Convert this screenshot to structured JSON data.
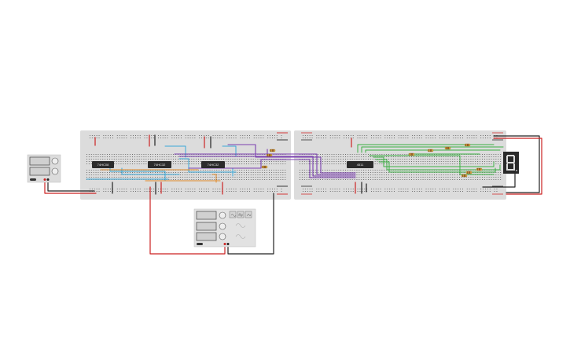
{
  "chips": [
    {
      "label": "74HC08"
    },
    {
      "label": "74HC32"
    },
    {
      "label": "74HC32"
    },
    {
      "label": "4511"
    }
  ],
  "icons": {
    "power_supply": "power-supply-icon",
    "function_generator": "function-generator-icon",
    "seven_segment": "seven-segment-display-icon",
    "breadboard": "breadboard-icon",
    "resistor": "resistor-icon"
  },
  "display": {
    "digit": "8"
  },
  "colors": {
    "positive_rail": "#d33333",
    "negative_rail": "#333333",
    "wire_red": "#cc2222",
    "wire_black": "#222222",
    "wire_purple": "#7b3fb0",
    "wire_cyan": "#3aa8d8",
    "wire_green": "#3cb043",
    "wire_orange": "#e08a2a",
    "breadboard": "#dcdcdc",
    "chip": "#2b2b2b"
  }
}
